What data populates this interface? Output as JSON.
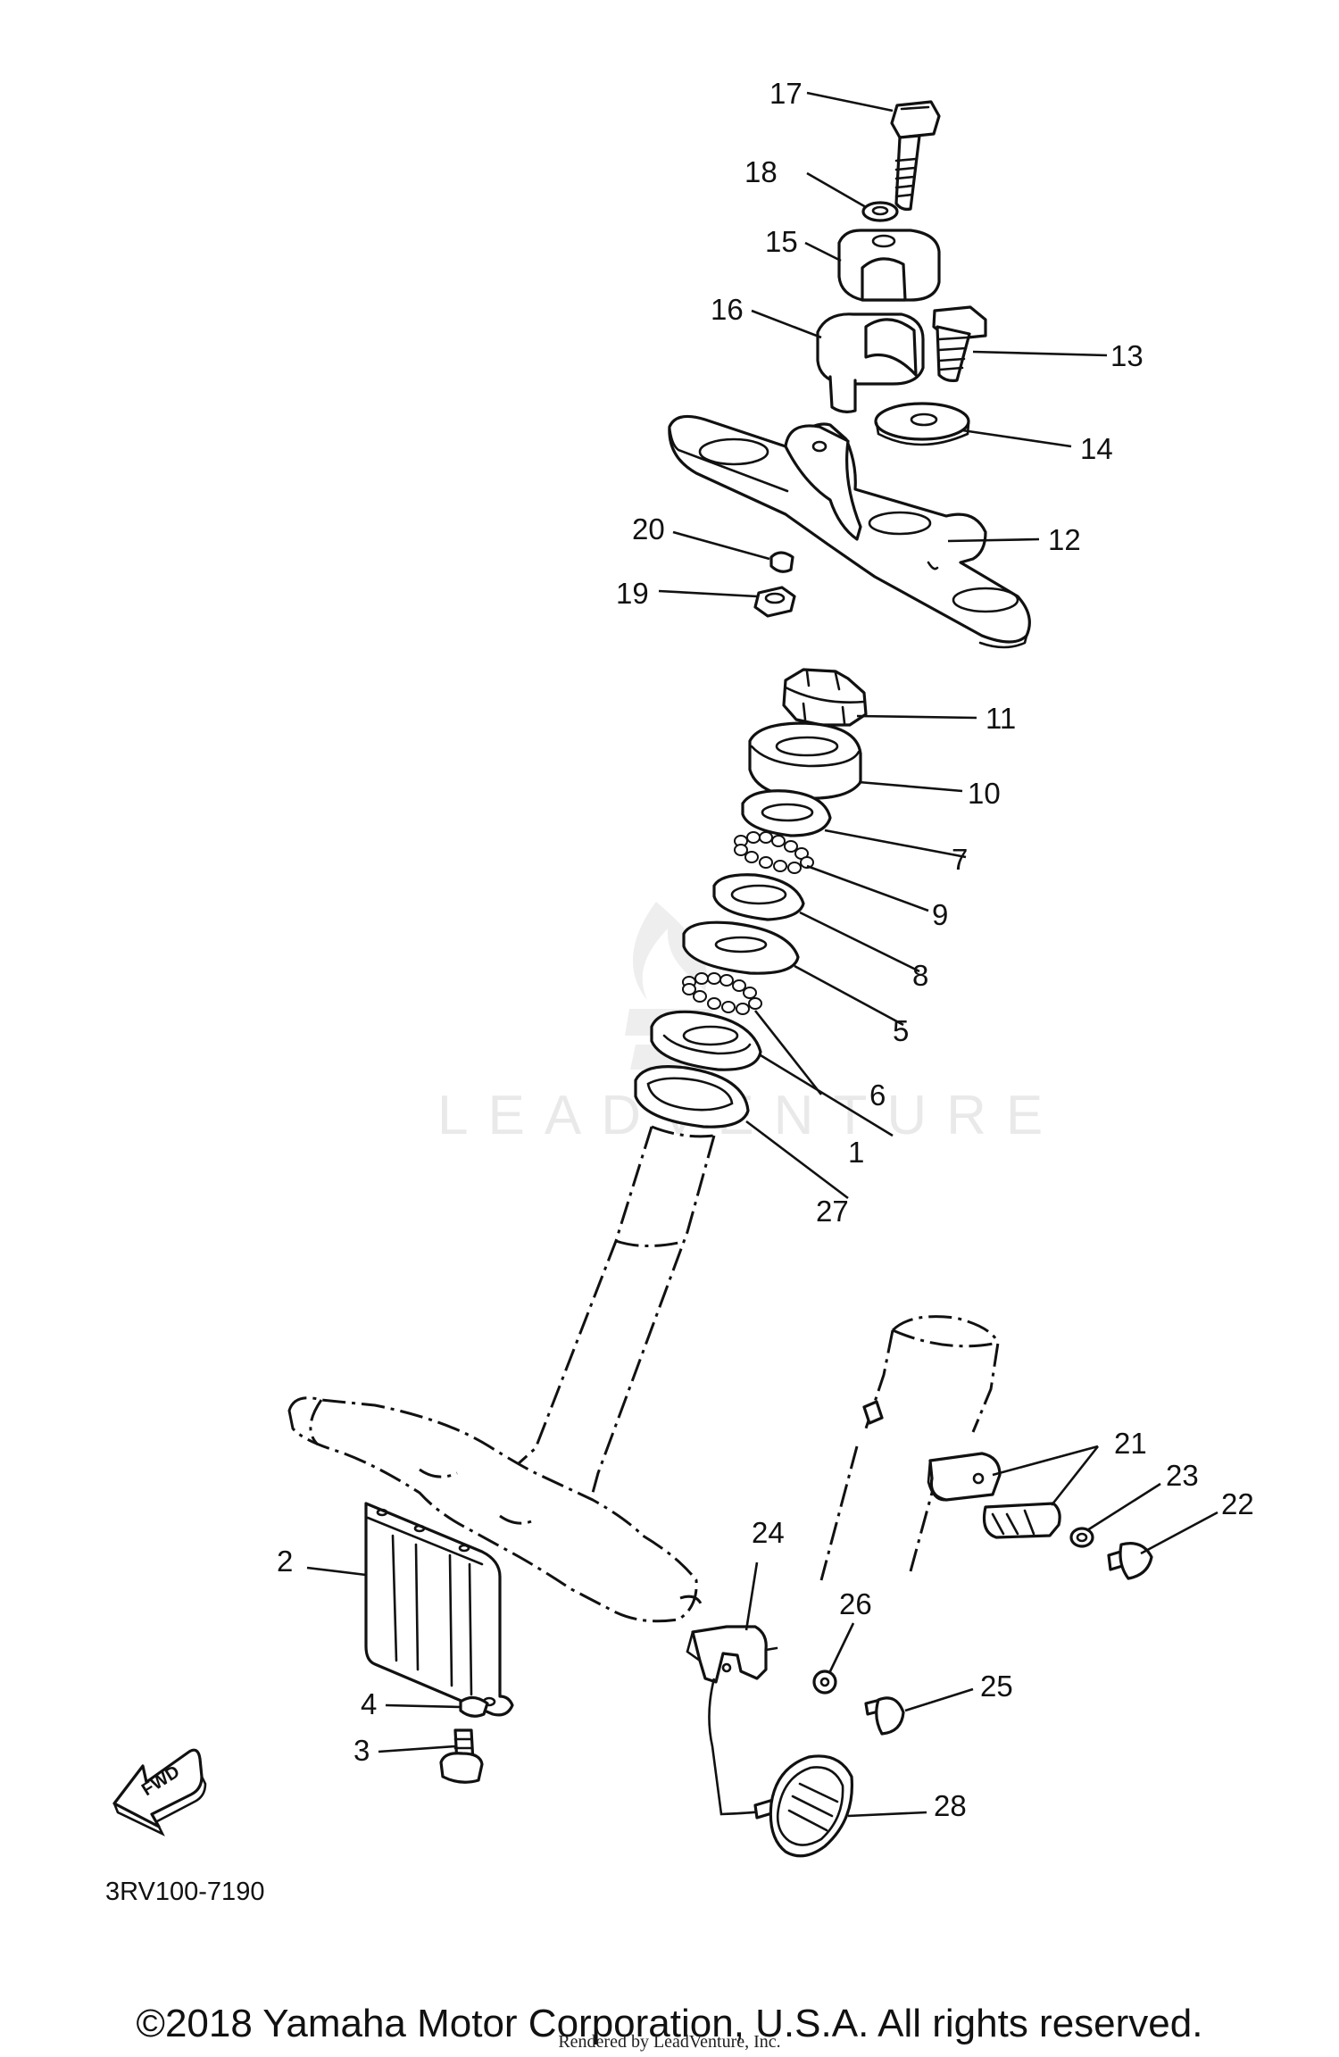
{
  "diagram": {
    "id_code": "3RV100-7190",
    "fwd_label": "FWD",
    "watermark_text": "LEADVENTURE",
    "callouts": [
      "17",
      "18",
      "15",
      "16",
      "13",
      "14",
      "12",
      "20",
      "19",
      "11",
      "10",
      "7",
      "9",
      "8",
      "5",
      "6",
      "1",
      "27",
      "21",
      "23",
      "22",
      "2",
      "24",
      "26",
      "25",
      "4",
      "3",
      "28"
    ]
  },
  "footer": {
    "copyright": "©2018 Yamaha Motor Corporation, U.S.A. All rights reserved.",
    "rendered_by": "Rendered by LeadVenture, Inc."
  },
  "colors": {
    "ink": "#111111",
    "paper": "#ffffff",
    "watermark": "#e9e9e9"
  }
}
